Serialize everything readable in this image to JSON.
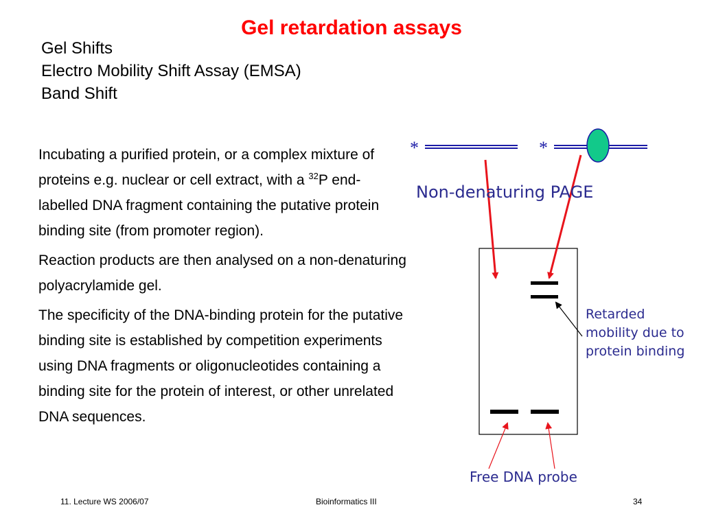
{
  "slide": {
    "title": "Gel retardation assays",
    "subtitles": [
      "Gel Shifts",
      "Electro Mobility Shift Assay (EMSA)",
      "Band Shift"
    ],
    "body": {
      "p1_part1": "Incubating a purified protein, or a complex mixture of proteins e.g. nuclear or cell extract, with a ",
      "p1_sup": "32",
      "p1_part2": "P end-labelled DNA fragment containing the putative protein binding site (from promoter region).",
      "p2": "Reaction products are then analysed on a non-denaturing polyacrylamide gel.",
      "p3": "The specificity of the DNA-binding protein for the putative binding site is established by competition experiments using DNA fragments or oligonucleotides containing a binding site for the protein of interest, or other unrelated DNA sequences."
    }
  },
  "diagram": {
    "label_star": "*",
    "gel_label": "Non-denaturing PAGE",
    "retarded_label": "Retarded mobility due to protein binding",
    "free_probe_label": "Free DNA probe",
    "colors": {
      "arrow_red": "#e8141c",
      "dna_blue": "#1a1aa6",
      "protein_green": "#12c98a",
      "label_blue": "#2b2b8f"
    }
  },
  "footer": {
    "left": "11.  Lecture WS 2006/07",
    "center": "Bioinformatics III",
    "right": "34"
  }
}
